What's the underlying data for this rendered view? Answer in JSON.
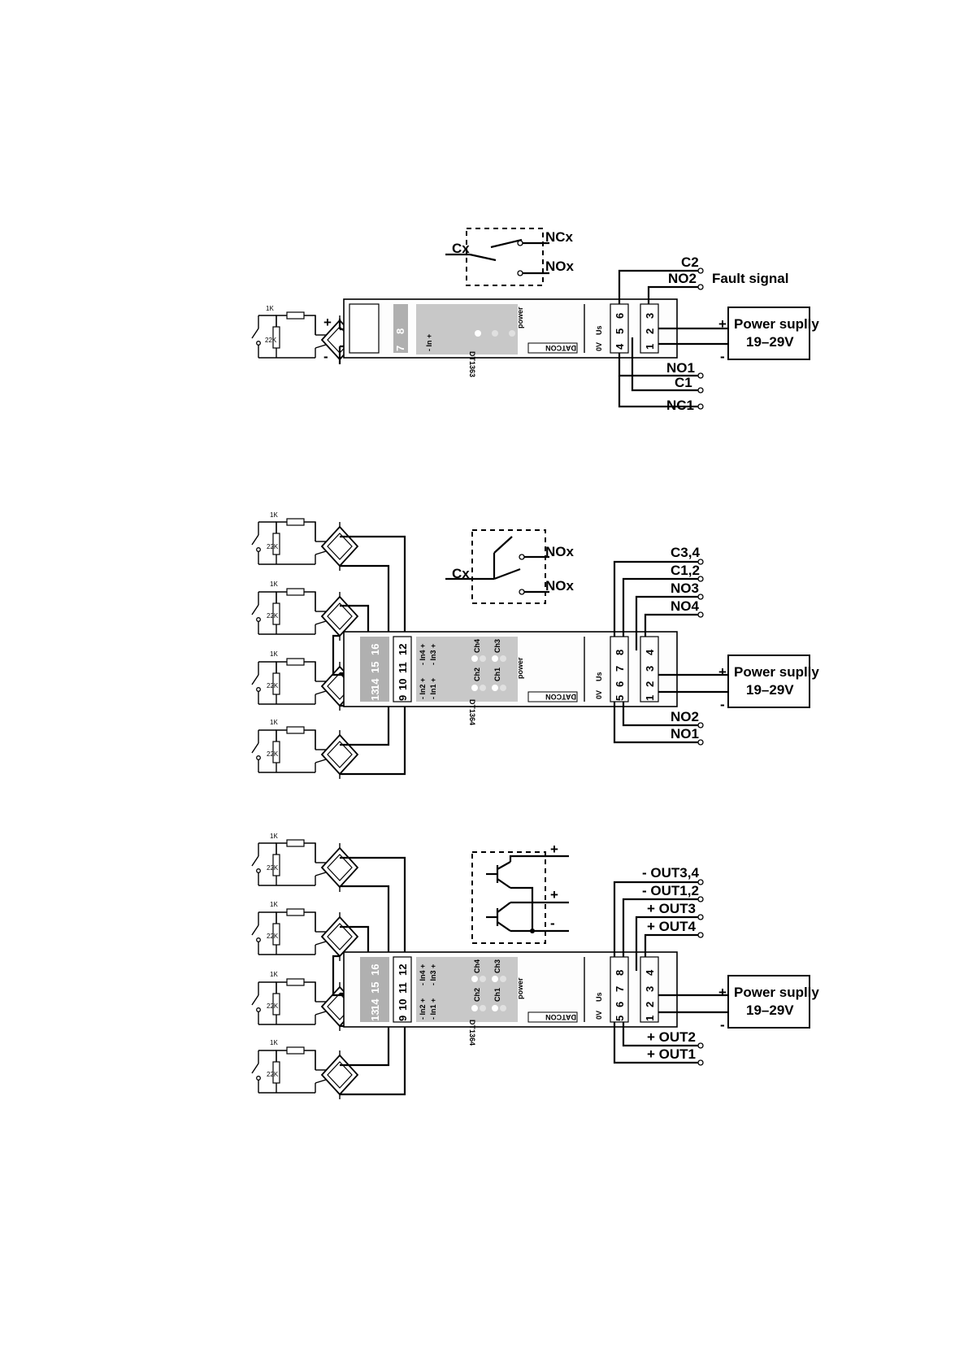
{
  "diagram1": {
    "module_name": "DT1363",
    "brand": "DATCON",
    "power_label": "power",
    "input_terminals": [
      "8",
      "7"
    ],
    "input_label": "- In +",
    "terminals_mid": [
      "6",
      "5",
      "4"
    ],
    "terminals_right": [
      "3",
      "2",
      "1"
    ],
    "supply_labels": [
      "0V",
      "Us"
    ],
    "resistor_top": "1K",
    "resistor_side": "22K",
    "plus": "+",
    "minus": "-",
    "contact_labels": {
      "c": "Cx",
      "nc": "NCx",
      "no": "NOx"
    },
    "output_labels": {
      "c2": "C2",
      "no2": "NO2",
      "fault": "Fault signal",
      "no1": "NO1",
      "c1": "C1",
      "nc1": "NC1"
    },
    "power_supply": {
      "title": "Power suplly",
      "voltage": "19–29V",
      "plus": "+",
      "minus": "-"
    }
  },
  "diagram2": {
    "module_name": "DT1364",
    "brand": "DATCON",
    "power_label": "power",
    "channel_labels": [
      "Ch4",
      "Ch3",
      "Ch2",
      "Ch1"
    ],
    "input_labels": [
      "- In4 +",
      "- In3 +",
      "- In2 +",
      "- In1 +"
    ],
    "terminals_left": [
      "16",
      "15",
      "14",
      "13"
    ],
    "terminals_left2": [
      "12",
      "11",
      "10",
      "9"
    ],
    "terminals_mid": [
      "8",
      "7",
      "6",
      "5"
    ],
    "terminals_right": [
      "4",
      "3",
      "2",
      "1"
    ],
    "supply_labels": [
      "0V",
      "Us"
    ],
    "resistor_top": "1K",
    "resistor_side": "22K",
    "contact_labels": {
      "c": "Cx",
      "no_a": "NOx",
      "no_b": "NOx"
    },
    "output_labels": [
      "C3,4",
      "C1,2",
      "NO3",
      "NO4",
      "NO2",
      "NO1"
    ],
    "power_supply": {
      "title": "Power suplly",
      "voltage": "19–29V",
      "plus": "+",
      "minus": "-"
    }
  },
  "diagram3": {
    "module_name": "DT1364",
    "brand": "DATCON",
    "power_label": "power",
    "channel_labels": [
      "Ch4",
      "Ch3",
      "Ch2",
      "Ch1"
    ],
    "input_labels": [
      "- In4 +",
      "- In3 +",
      "- In2 +",
      "- In1 +"
    ],
    "terminals_left": [
      "16",
      "15",
      "14",
      "13"
    ],
    "terminals_left2": [
      "12",
      "11",
      "10",
      "9"
    ],
    "terminals_mid": [
      "8",
      "7",
      "6",
      "5"
    ],
    "terminals_right": [
      "4",
      "3",
      "2",
      "1"
    ],
    "supply_labels": [
      "0V",
      "Us"
    ],
    "resistor_top": "1K",
    "resistor_side": "22K",
    "transistor_labels": [
      "+",
      "+",
      "-"
    ],
    "output_labels": [
      "- OUT3,4",
      "- OUT1,2",
      "+ OUT3",
      "+ OUT4",
      "+ OUT2",
      "+ OUT1"
    ],
    "power_supply": {
      "title": "Power suplly",
      "voltage": "19–29V",
      "plus": "+",
      "minus": "-"
    }
  }
}
